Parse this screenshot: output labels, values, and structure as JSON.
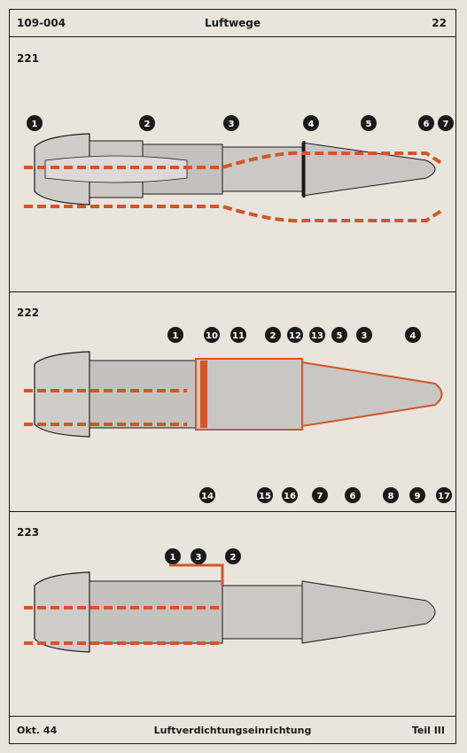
{
  "header": {
    "doc_code": "109-004",
    "title": "Luftwege",
    "page_number": "22"
  },
  "footer": {
    "date": "Okt. 44",
    "title": "Luftverdichtungseinrichtung",
    "part": "Teil III"
  },
  "figures": [
    {
      "number": "221",
      "callouts": [
        "1",
        "2",
        "3",
        "4",
        "5",
        "6",
        "7"
      ]
    },
    {
      "number": "222",
      "callouts": [
        "1",
        "10",
        "11",
        "2",
        "12",
        "13",
        "5",
        "3",
        "4",
        "14",
        "15",
        "16",
        "7",
        "6",
        "8",
        "9",
        "17"
      ]
    },
    {
      "number": "223",
      "callouts": [
        "1",
        "3",
        "2"
      ]
    }
  ],
  "colors": {
    "air_flow": "#d2562a",
    "engine_body": "#c8c6c2",
    "ink": "#1a1a1a",
    "paper": "#e9e5dc"
  }
}
